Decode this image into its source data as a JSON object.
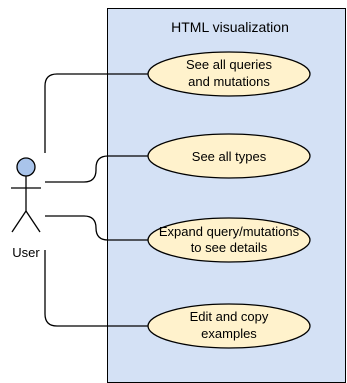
{
  "system": {
    "title": "HTML visualization",
    "fill_color": "#d4e1f5",
    "border_color": "#000000"
  },
  "actor": {
    "label": "User",
    "head_color": "#a9c4eb"
  },
  "use_cases": [
    {
      "id": "queries",
      "line1": "See all queries",
      "line2": "and mutations"
    },
    {
      "id": "types",
      "line1": "See all types",
      "line2": ""
    },
    {
      "id": "expand",
      "line1": "Expand query/mutations",
      "line2": "to see details"
    },
    {
      "id": "examples",
      "line1": "Edit and copy",
      "line2": "examples"
    }
  ],
  "colors": {
    "ellipse_fill": "#fff2cc",
    "stroke": "#000000"
  }
}
